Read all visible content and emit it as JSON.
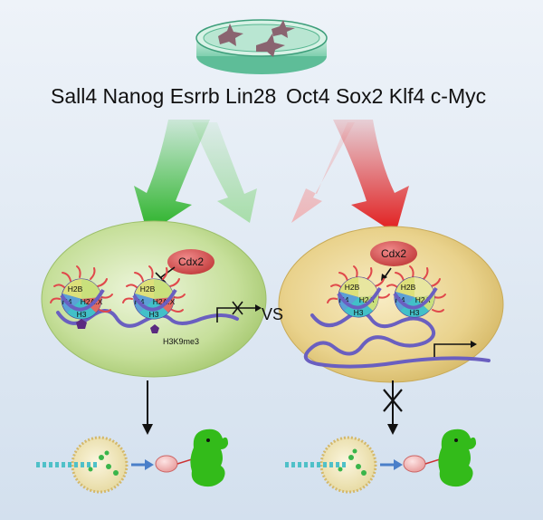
{
  "factors_left": "Sall4 Nanog Esrrb Lin28",
  "factors_right": "Oct4 Sox2 Klf4 c-Myc",
  "left_cell": {
    "cdx2": "Cdx2",
    "histones": [
      "H2B",
      "H4",
      "H2A.X",
      "H3"
    ],
    "histones2": [
      "H2B",
      "H4",
      "H2A.X",
      "H3"
    ],
    "mark": "H3K9me3"
  },
  "right_cell": {
    "cdx2": "Cdx2",
    "histones": [
      "H2B",
      "H4",
      "H2A",
      "H3"
    ],
    "histones2": [
      "H2B",
      "H4",
      "H2A",
      "H3"
    ]
  },
  "vs": "VS",
  "colors": {
    "background": "#dfe9f3",
    "green_arrow": "#2db92a",
    "red_arrow": "#e02020",
    "left_cell": "#bcd98c",
    "right_cell": "#e7cf86",
    "cdx2": "#cf4a4a",
    "dna": "#6a5fc0",
    "mouse": "#33bb1a"
  }
}
